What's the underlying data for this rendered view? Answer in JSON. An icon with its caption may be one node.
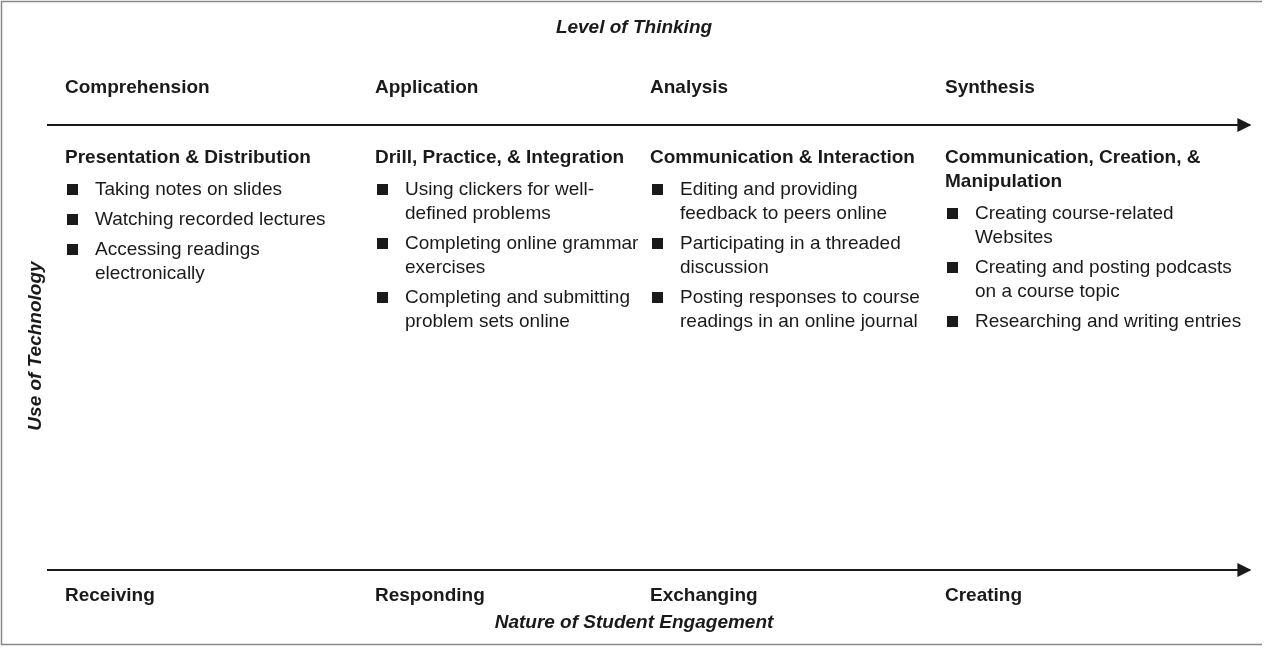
{
  "diagram": {
    "title": "Level of Thinking",
    "caption": "Nature of Student Engagement",
    "labels": [
      "Comprehension",
      "Application",
      "Analysis",
      "Synthesis",
      "Use of Technology",
      "Presentation & Distribution",
      "Taking notes on slides",
      "Watching recorded lectures",
      "Accessing readings electronically",
      "Drill, Practice, & Integration",
      "Using clickers for well-defined problems",
      "Completing online grammar exercises",
      "Completing and submitting problem sets online",
      "Communication & Interaction",
      "Editing and providing feedback to peers online",
      "Participating in a threaded discussion",
      "Posting responses to course readings in an online journal",
      "Communication, Creation, & Manipulation",
      "Creating course-related Websites",
      "Creating and posting podcasts on a course topic",
      "Researching and writing entries",
      "Receiving",
      "Responding",
      "Exchanging",
      "Creating"
    ]
  }
}
